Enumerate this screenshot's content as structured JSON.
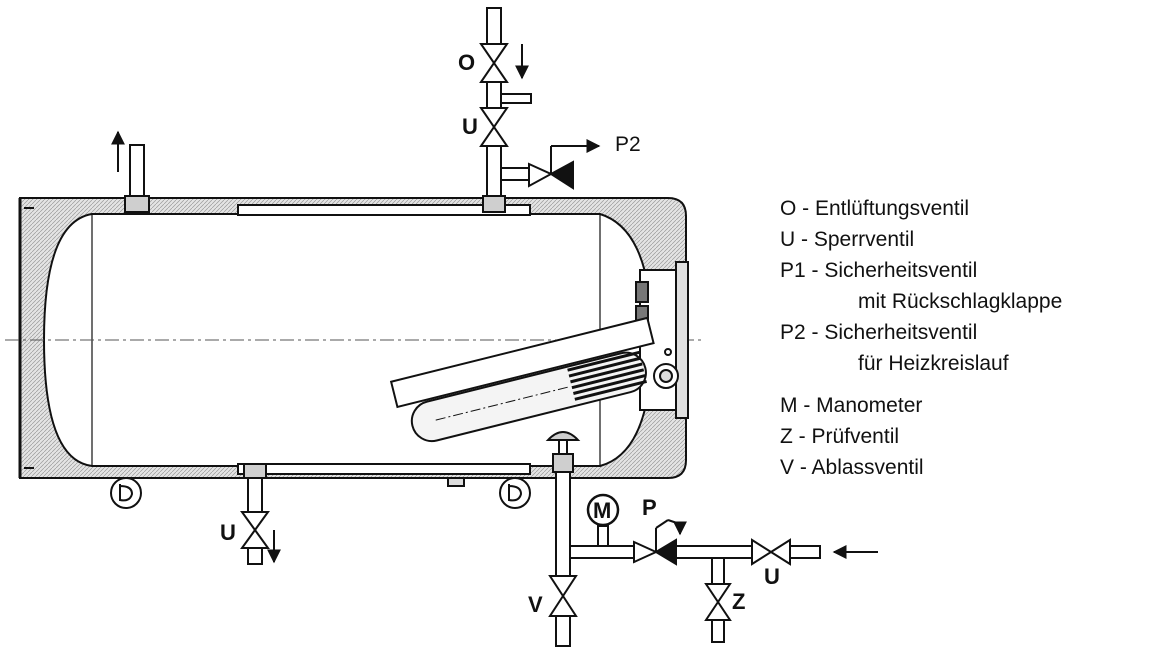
{
  "diagram": {
    "valve_labels": {
      "o_top": "O",
      "u_top": "U",
      "p2_top": "P2",
      "u_bottom_left": "U",
      "m_gauge": "M",
      "p_safety": "P",
      "v_drain": "V",
      "z_test": "Z",
      "u_inlet": "U"
    },
    "legend": [
      {
        "line1": "O - Entlüftungsventil"
      },
      {
        "line1": "U - Sperrventil"
      },
      {
        "line1": "P1 - Sicherheitsventil",
        "line2": "mit Rückschlagklappe"
      },
      {
        "line1": "P2 - Sicherheitsventil",
        "line2": "für Heizkreislauf"
      },
      {
        "line1": "M - Manometer"
      },
      {
        "line1": "Z - Prüfventil"
      },
      {
        "line1": "V - Ablassventil"
      }
    ],
    "colors": {
      "line": "#111111",
      "insulation": "#d9d9d9",
      "background": "#ffffff"
    }
  }
}
